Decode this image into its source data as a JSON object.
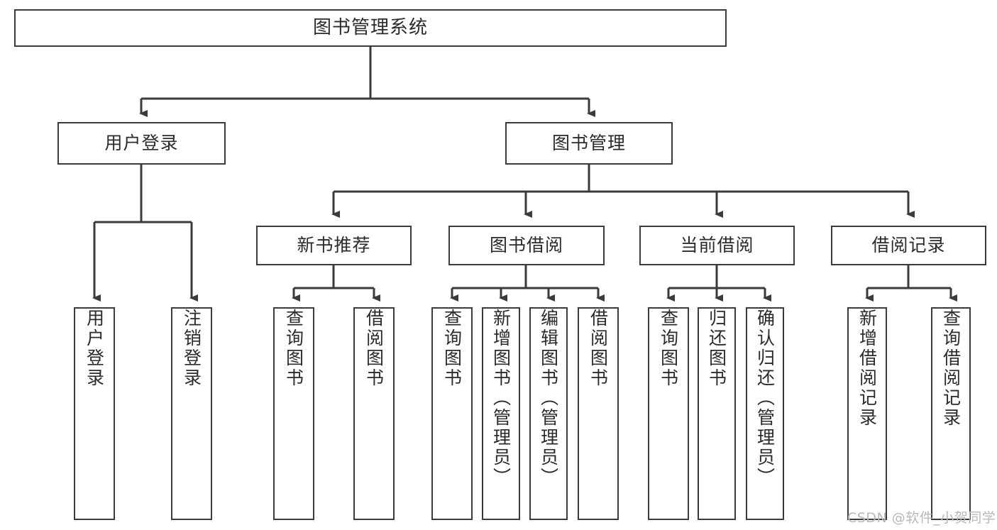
{
  "diagram": {
    "title": "图书管理系统",
    "type": "hierarchy-tree",
    "colors": {
      "stroke": "#3b3b3b",
      "box_fill": "#ffffff",
      "text": "#2b2b2b",
      "watermark": "#b9b9b9",
      "background": "#ffffff"
    },
    "root": {
      "label": "图书管理系统"
    },
    "level2": [
      {
        "label": "用户登录"
      },
      {
        "label": "图书管理"
      }
    ],
    "level3": [
      {
        "label": "新书推荐"
      },
      {
        "label": "图书借阅"
      },
      {
        "label": "当前借阅"
      },
      {
        "label": "借阅记录"
      }
    ],
    "leaves": {
      "user_login": [
        {
          "label": "用户登录"
        },
        {
          "label": "注销登录"
        }
      ],
      "new_book_recommend": [
        {
          "label": "查询图书"
        },
        {
          "label": "借阅图书"
        }
      ],
      "book_borrow": [
        {
          "label": "查询图书"
        },
        {
          "label": "新增图书（管理员）"
        },
        {
          "label": "编辑图书（管理员）"
        },
        {
          "label": "借阅图书"
        }
      ],
      "current_borrow": [
        {
          "label": "查询图书"
        },
        {
          "label": "归还图书"
        },
        {
          "label": "确认归还（管理员）"
        }
      ],
      "borrow_record": [
        {
          "label": "新增借阅记录"
        },
        {
          "label": "查询借阅记录"
        }
      ]
    }
  },
  "watermark": {
    "text": "CSDN @软件_小贺同学"
  }
}
